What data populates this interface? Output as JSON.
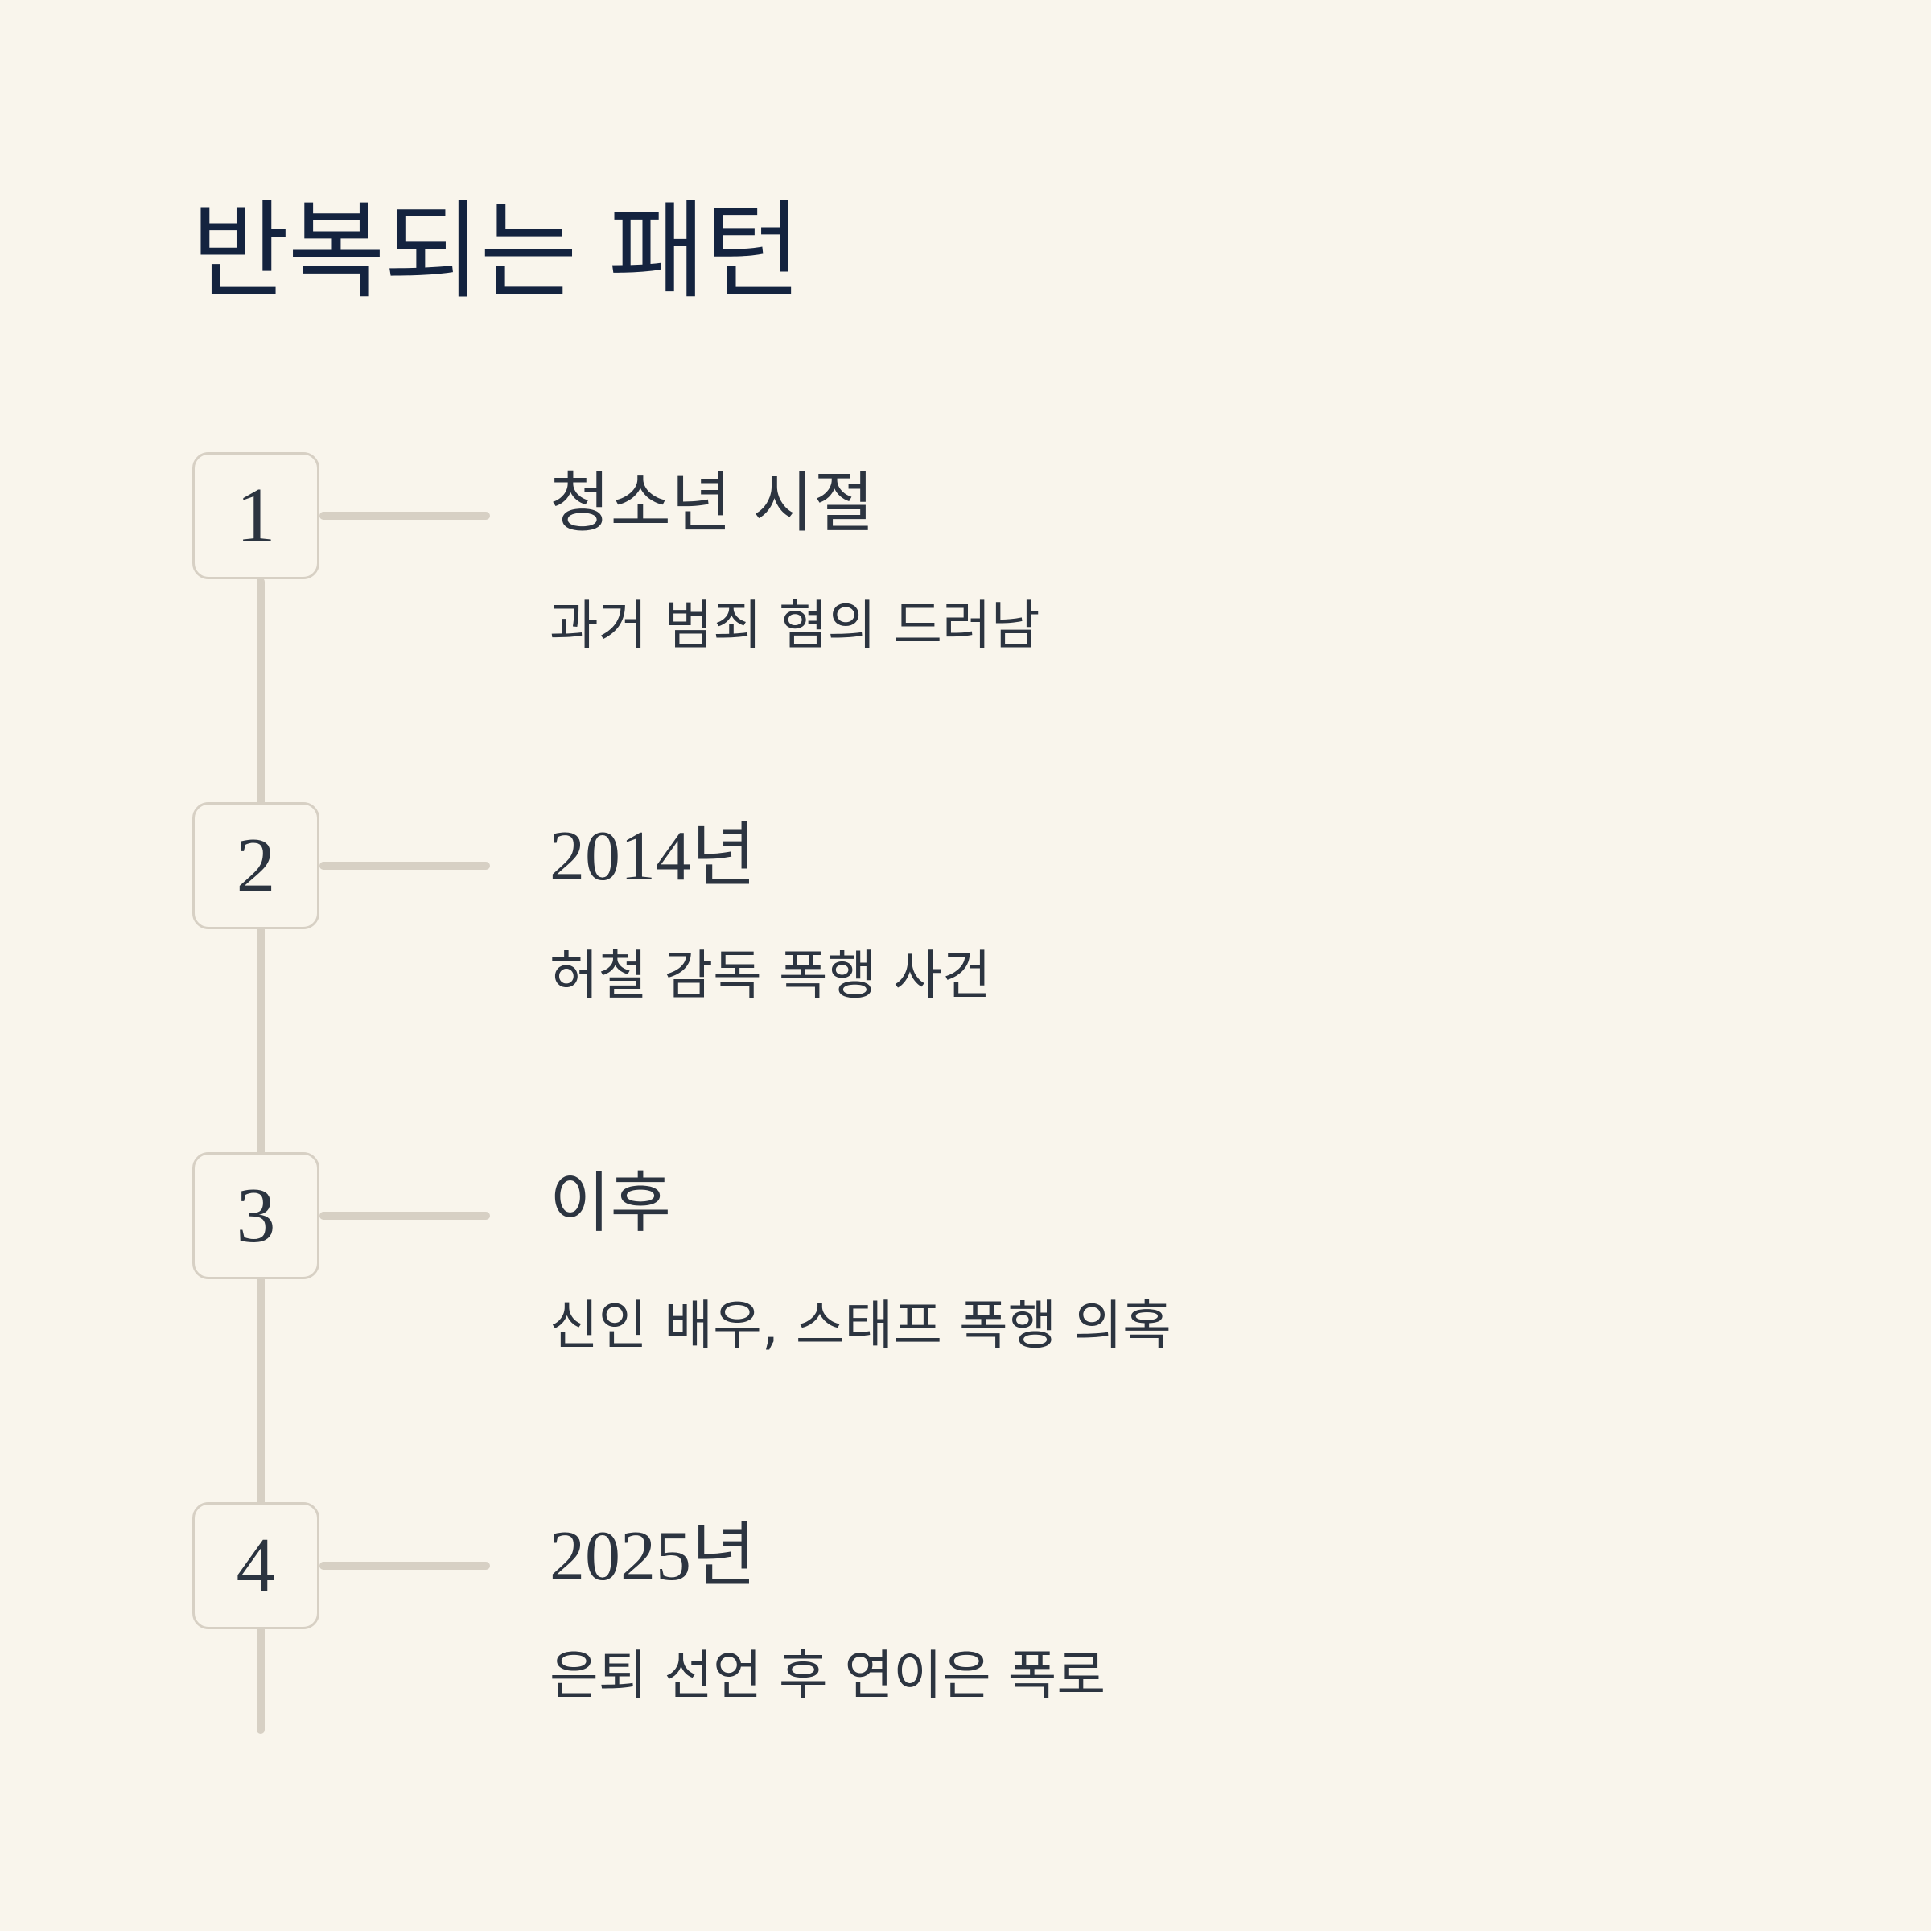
{
  "title": "반복되는 패턴",
  "steps": [
    {
      "number": "1",
      "title": "청소년 시절",
      "description": "과거 범죄 혐의 드러남"
    },
    {
      "number": "2",
      "title": "2014년",
      "description": "허철 감독 폭행 사건"
    },
    {
      "number": "3",
      "title": "이후",
      "description": "신인 배우, 스태프 폭행 의혹"
    },
    {
      "number": "4",
      "title": "2025년",
      "description": "은퇴 선언 후 연이은 폭로"
    }
  ],
  "colors": {
    "background": "#f9f5ec",
    "title": "#14233f",
    "text": "#2c3440",
    "line": "#d7d0c4"
  }
}
